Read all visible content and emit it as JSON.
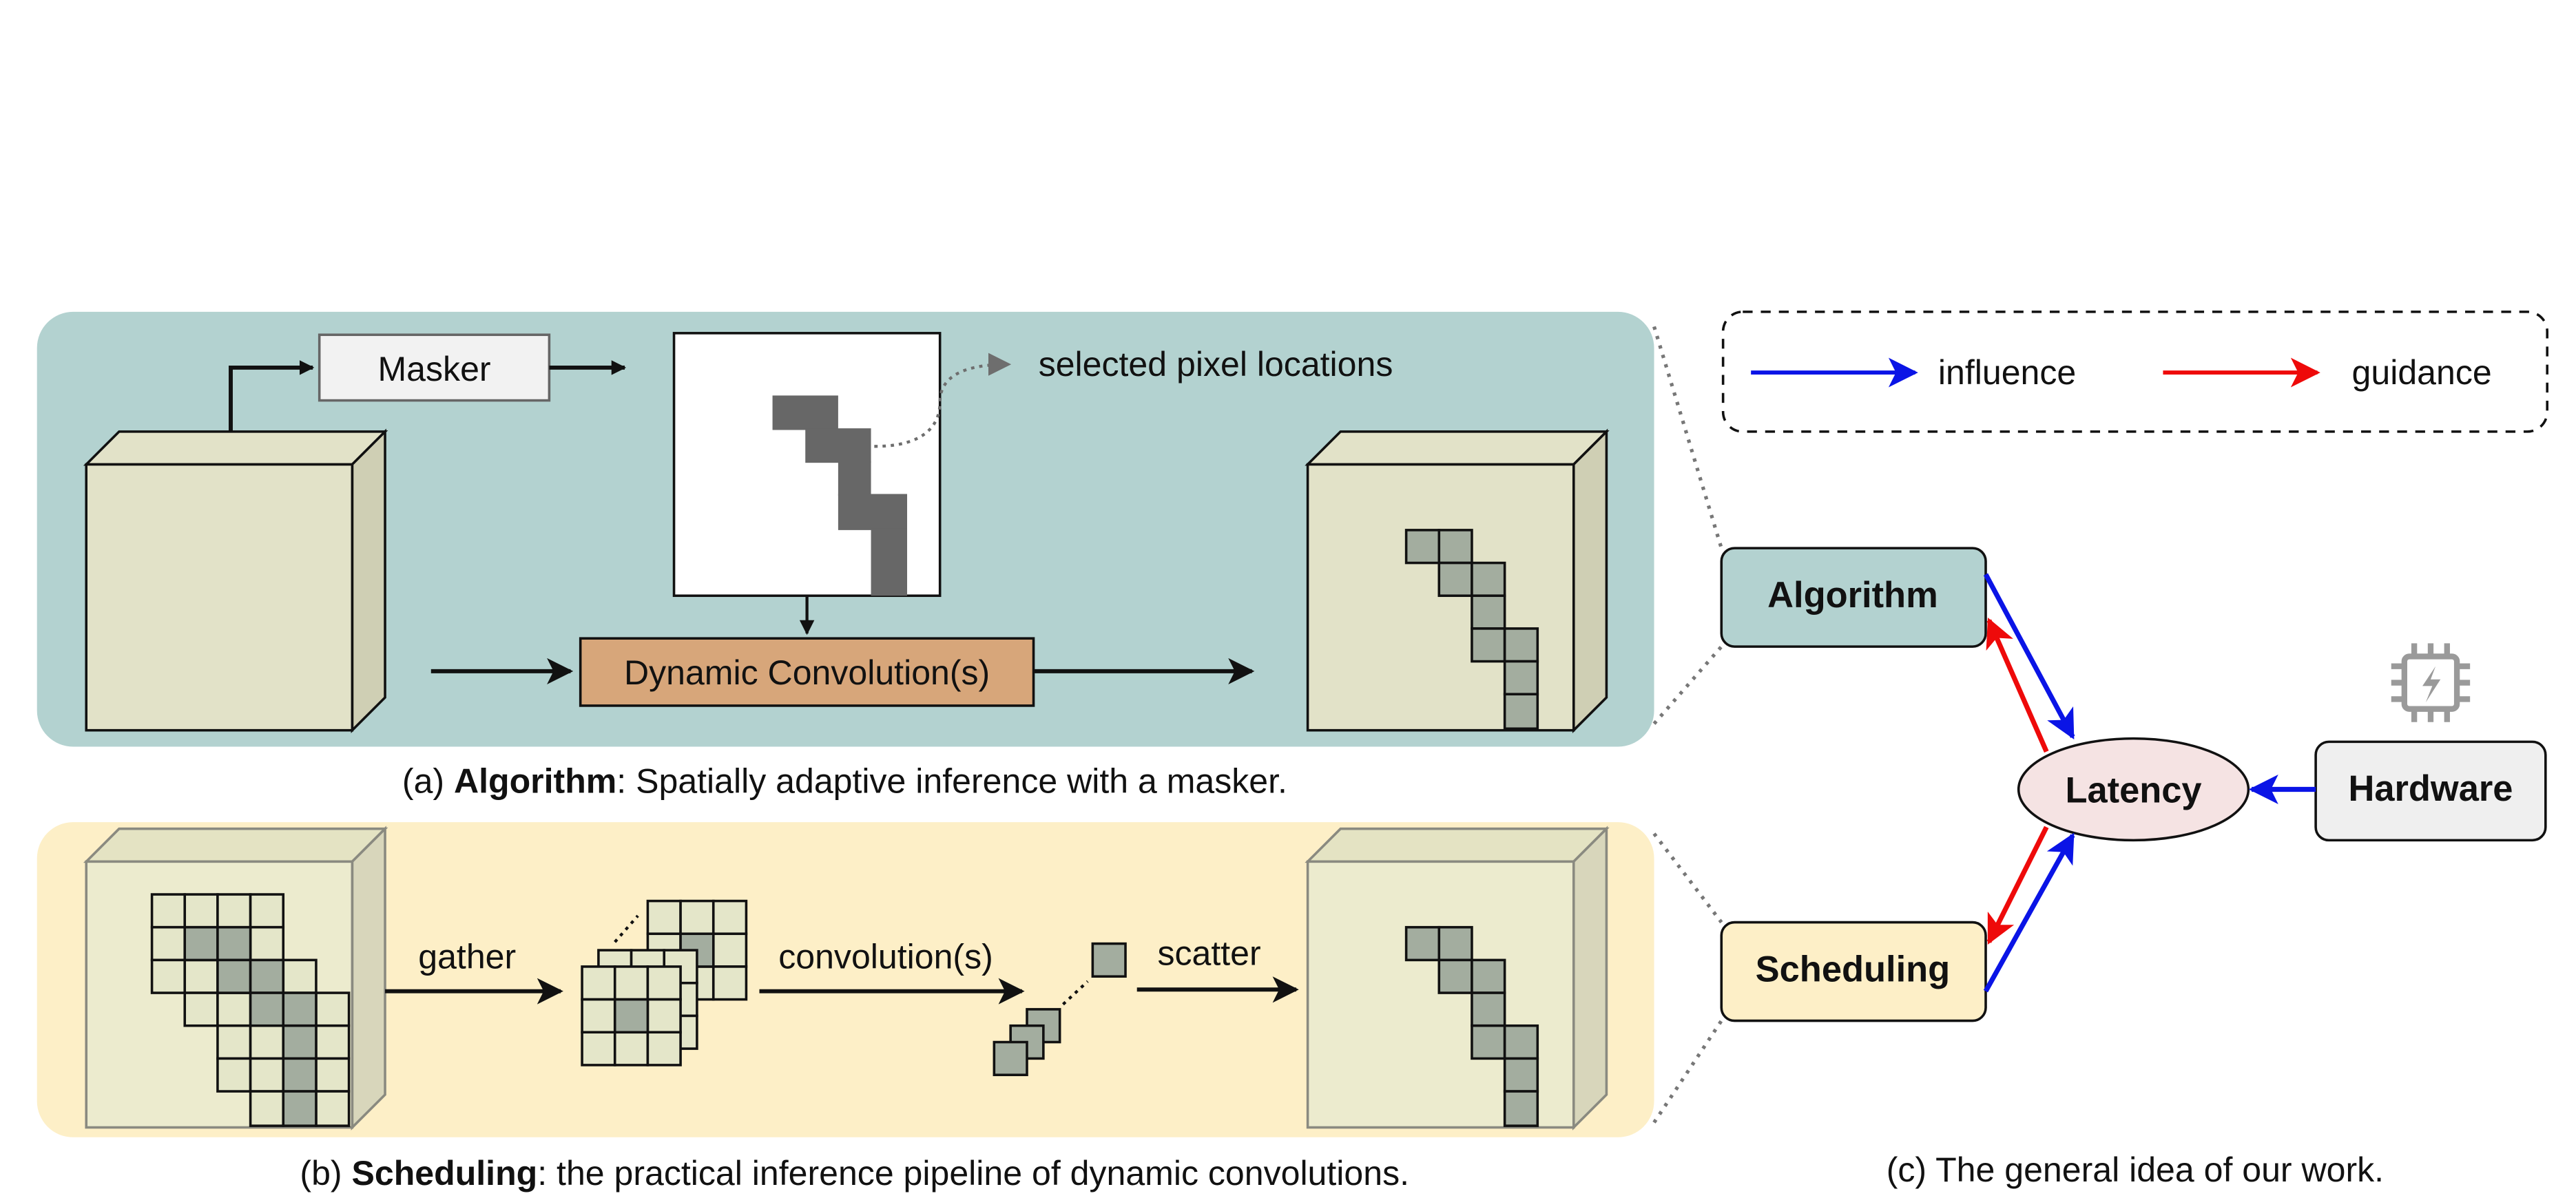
{
  "panel_a": {
    "masker_label": "Masker",
    "selected_label": "selected pixel locations",
    "dynconv_label": "Dynamic Convolution(s)",
    "caption_prefix": "(a) ",
    "caption_bold": "Algorithm",
    "caption_rest": ": Spatially adaptive inference with a masker."
  },
  "panel_b": {
    "gather_label": "gather",
    "conv_label": "convolution(s)",
    "scatter_label": "scatter",
    "caption_prefix": "(b) ",
    "caption_bold": "Scheduling",
    "caption_rest": ": the practical inference pipeline of dynamic convolutions."
  },
  "panel_c": {
    "legend_influence": "influence",
    "legend_guidance": "guidance",
    "algorithm_label": "Algorithm",
    "scheduling_label": "Scheduling",
    "latency_label": "Latency",
    "hardware_label": "Hardware",
    "caption": "(c) The general idea of our work."
  },
  "colors": {
    "panel_a_bg": "#b3d2d0",
    "panel_b_bg": "#fdefc7",
    "cube_face": "#e2e2c8",
    "cube_side": "#cfcfb4",
    "mask_cell": "#676767",
    "selected_cell": "#a3ad9f",
    "dynconv_fill": "#d7a67a",
    "influence": "#0a14e6",
    "guidance": "#ee0a0a",
    "latency_fill": "#f5e3e3",
    "hardware_fill": "#efefef",
    "chip_icon": "#9a9a9a"
  },
  "icons": {
    "hardware": "chip-icon"
  }
}
